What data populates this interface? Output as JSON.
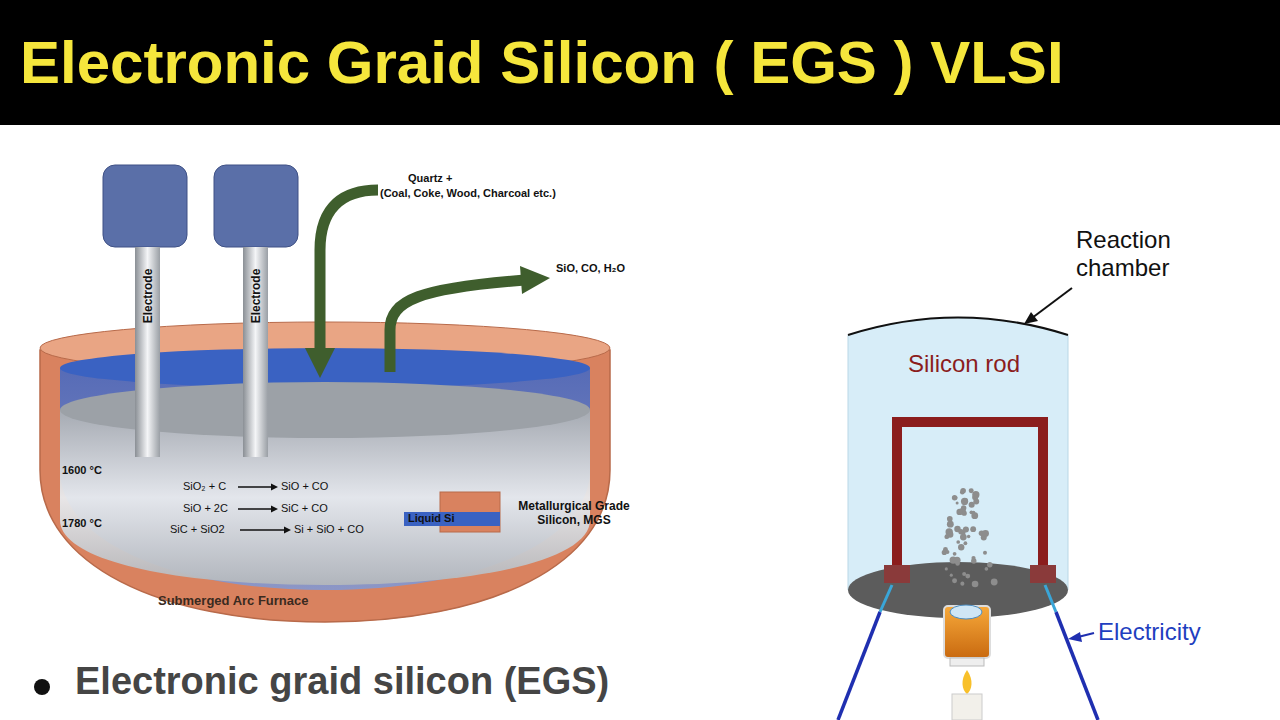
{
  "diagram": {
    "title": "Electronic Graid Silicon ( EGS ) VLSI",
    "nodes": [
      {
        "text": [
          "Electrode"
        ]
      },
      {
        "text": [
          "Electrode"
        ]
      },
      {
        "text": [
          "Silicon rod"
        ]
      }
    ],
    "labels": [
      "Quartz +",
      "(Coal, Coke, Wood, Charcoal etc.)",
      "SiO, CO, H₂O",
      "1600 °C",
      "1780 °C",
      "SiO₂ + C",
      "SiO + CO",
      "SiO + 2C",
      "SiC + CO",
      "SiC + SiO2",
      "Si + SiO + CO",
      "Liquid Si",
      "Metallurgical Grade Silicon, MGS",
      "Submerged Arc Furnace",
      "Electronic graid silicon (EGS)",
      "Reaction chamber",
      "Electricity"
    ]
  }
}
